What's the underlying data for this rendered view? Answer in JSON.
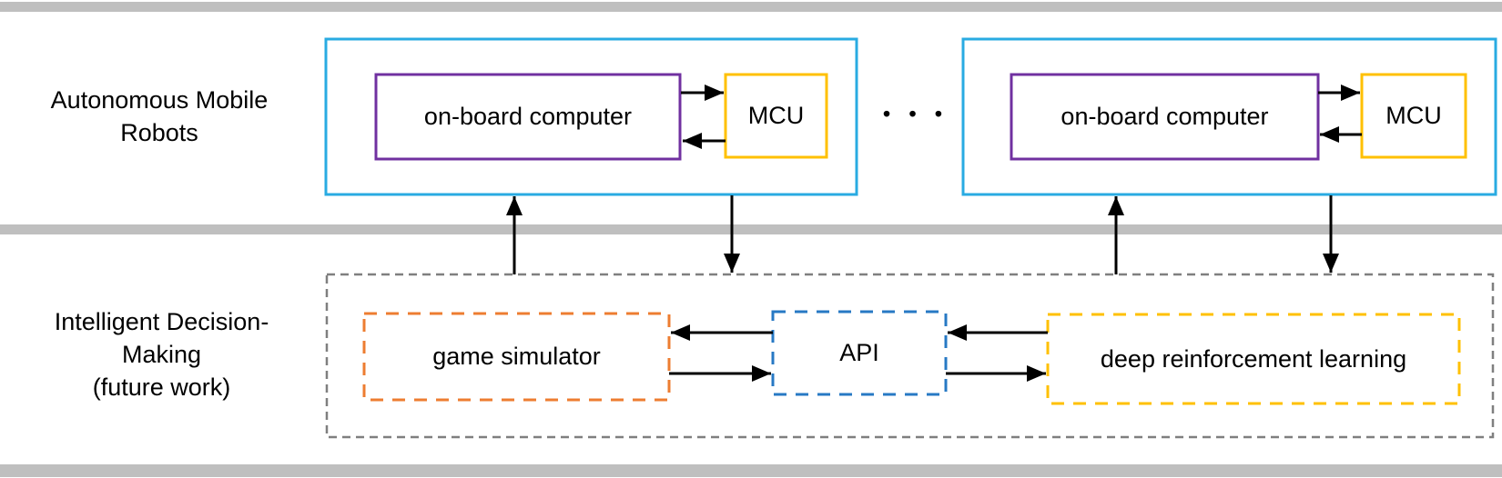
{
  "diagram": {
    "top_section": {
      "label": "Autonomous Mobile\nRobots",
      "ellipsis": "• • •",
      "robots": [
        {
          "computer_label": "on-board computer",
          "mcu_label": "MCU"
        },
        {
          "computer_label": "on-board computer",
          "mcu_label": "MCU"
        }
      ]
    },
    "bottom_section": {
      "label": "Intelligent Decision-\nMaking\n(future work)",
      "game_simulator_label": "game simulator",
      "api_label": "API",
      "deep_rl_label": "deep reinforcement learning"
    },
    "edges": [
      {
        "from": "on-board computer",
        "to": "MCU",
        "bidirectional": true,
        "unit": "robot-1"
      },
      {
        "from": "on-board computer",
        "to": "MCU",
        "bidirectional": true,
        "unit": "robot-2"
      },
      {
        "from": "robot-1",
        "to": "intelligent decision-making container",
        "bidirectional": true
      },
      {
        "from": "robot-2",
        "to": "intelligent decision-making container",
        "bidirectional": true
      },
      {
        "from": "API",
        "to": "game simulator",
        "bidirectional": true
      },
      {
        "from": "API",
        "to": "deep reinforcement learning",
        "bidirectional": true
      }
    ]
  },
  "colors": {
    "robot_border": "#29ABE2",
    "computer_border": "#7030A0",
    "mcu_border": "#FFC000",
    "game_simulator_border": "#ED7D31",
    "api_border": "#2779C4",
    "deep_rl_border": "#FFC000",
    "container_border": "#7F7F7F",
    "divider_bar": "#BFBFBF",
    "arrow": "#000000"
  }
}
